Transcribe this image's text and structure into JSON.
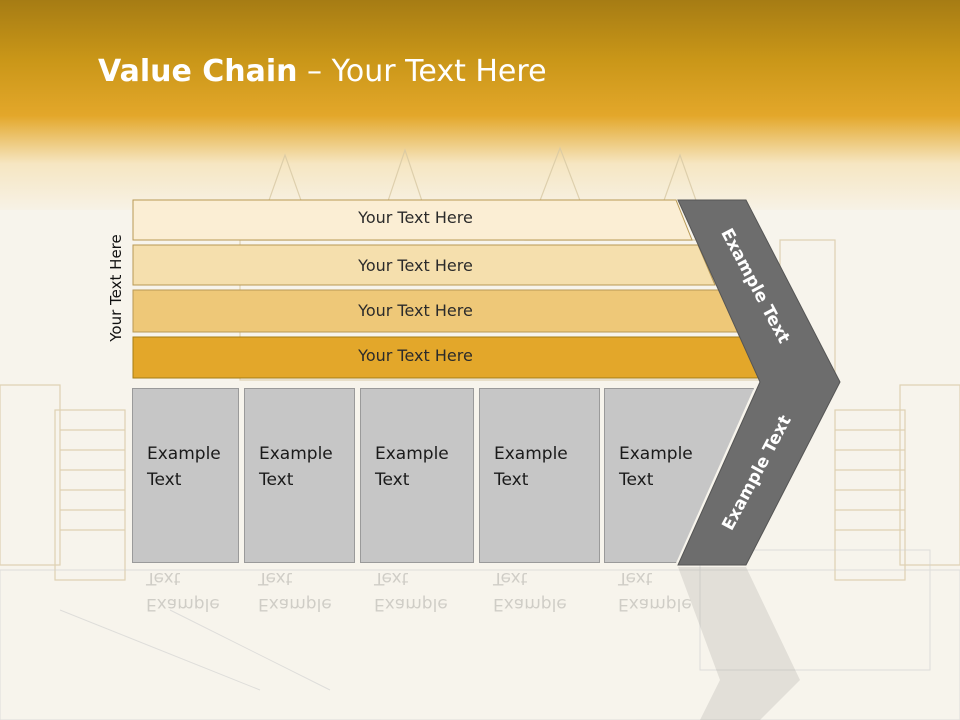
{
  "slide": {
    "title_bold": "Value Chain",
    "title_rest": " – Your Text Here",
    "side_label": "Your Text Here",
    "bands": [
      {
        "label": "Your Text Here",
        "color": "#fbeed4"
      },
      {
        "label": "Your Text Here",
        "color": "#f5dfad"
      },
      {
        "label": "Your Text Here",
        "color": "#eec878"
      },
      {
        "label": "Your Text Here",
        "color": "#e3a72a"
      }
    ],
    "boxes": [
      {
        "label": "Example\nText"
      },
      {
        "label": "Example\nText"
      },
      {
        "label": "Example\nText"
      },
      {
        "label": "Example\nText"
      },
      {
        "label": "Example\nText"
      }
    ],
    "chevron_upper_label": "Example Text",
    "chevron_lower_label": "Example Text",
    "colors": {
      "chevron": "#6d6d6d",
      "box": "#c6c6c6",
      "header": "#e3a72a"
    }
  }
}
